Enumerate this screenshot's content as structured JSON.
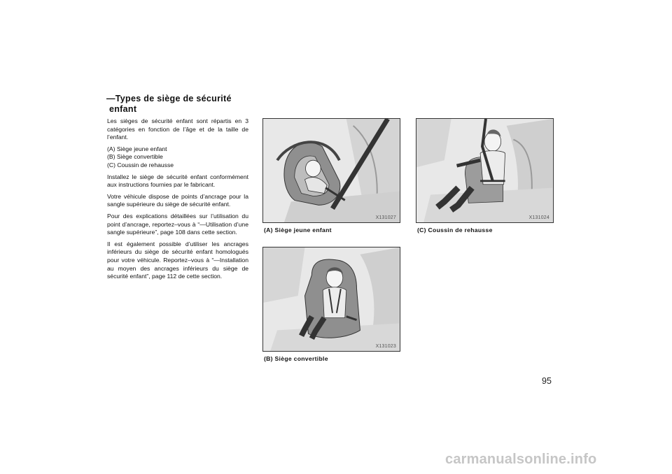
{
  "section": {
    "heading_line1": "—Types de siège de sécurité",
    "heading_line2": "enfant"
  },
  "body": {
    "intro": "Les sièges de sécurité enfant sont répartis en 3 catégories en fonction de l’âge et de la taille de l’enfant.",
    "list": [
      "(A) Siège jeune enfant",
      "(B) Siège convertible",
      "(C) Coussin de rehausse"
    ],
    "p_install": "Installez le siège de sécurité enfant conformément aux instructions fournies par le fabricant.",
    "p_anchor": "Votre véhicule dispose de points d’ancrage pour la sangle supérieure du siège de sécurité enfant.",
    "p_details": "Pour des explications détaillées sur l’utilisation du point d’ancrage, reportez–vous à “—Utilisation d’une sangle supérieure”, page 108 dans cette section.",
    "p_lower": "Il est également possible d’utiliser les ancrages inférieurs du siège de sécurité enfant homologués pour votre véhicule. Reportez–vous à “—Installation au moyen des ancrages inférieurs du siège de sécurité enfant”, page 112 de cette section."
  },
  "figures": {
    "a": {
      "code": "X131027",
      "caption": "(A) Siège jeune enfant"
    },
    "b": {
      "code": "X131023",
      "caption": "(B) Siège convertible"
    },
    "c": {
      "code": "X131024",
      "caption": "(C) Coussin de rehausse"
    }
  },
  "page_number": "95",
  "watermark": "carmanualsonline.info"
}
